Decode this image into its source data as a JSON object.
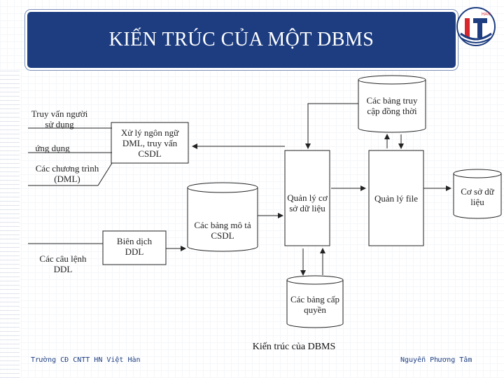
{
  "title": "KIẾN TRÚC CỦA MỘT DBMS",
  "logo": {
    "text": "HAN",
    "colors": [
      "#d9262c",
      "#1d3d80"
    ]
  },
  "nodes": {
    "user_query": "Truy vấn người sử dụng",
    "application": "ứng dụng",
    "program": "Các chương trình (DML)",
    "dml_processor": "Xử lý ngôn ngữ DML, truy vấn CSDL",
    "concurrency_tables": "Các bảng truy cập đồng thời",
    "ddl_statements": "Các câu lệnh DDL",
    "ddl_compiler": "Biên dịch DDL",
    "metadata_tables": "Các bảng mô tả CSDL",
    "db_manager": "Quản lý cơ sở dữ liệu",
    "file_manager": "Quản lý file",
    "data": "Cơ sở dữ liệu",
    "authorization_tables": "Các bảng cấp quyền"
  },
  "caption": "Kiến trúc của DBMS",
  "footer": {
    "left": "Trường CĐ CNTT HN Việt Hàn",
    "right": "Nguyễn Phương Tâm"
  },
  "colors": {
    "banner": "#1d3d80",
    "footer_text": "#1d3d80",
    "line": "#222222"
  }
}
